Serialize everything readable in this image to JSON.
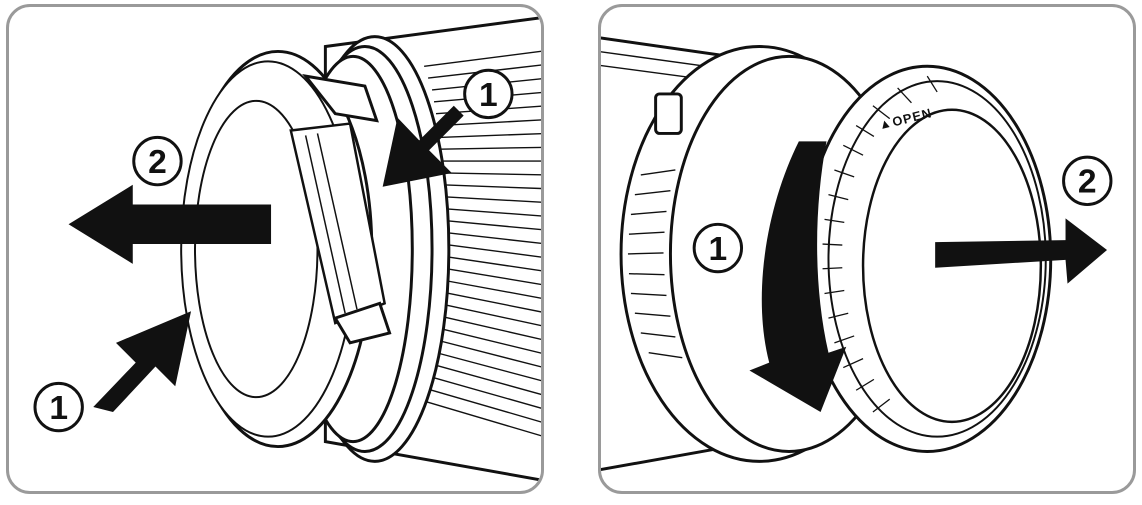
{
  "left_panel": {
    "step_push": "1",
    "step_push_lower": "1",
    "step_pull": "2"
  },
  "right_panel": {
    "step_rotate": "1",
    "step_remove": "2",
    "cap_label": "OPEN",
    "cap_marker": "▲"
  },
  "colors": {
    "stroke": "#111111",
    "frame": "#9a9a9a",
    "fill": "#ffffff",
    "arrow": "#111111"
  }
}
